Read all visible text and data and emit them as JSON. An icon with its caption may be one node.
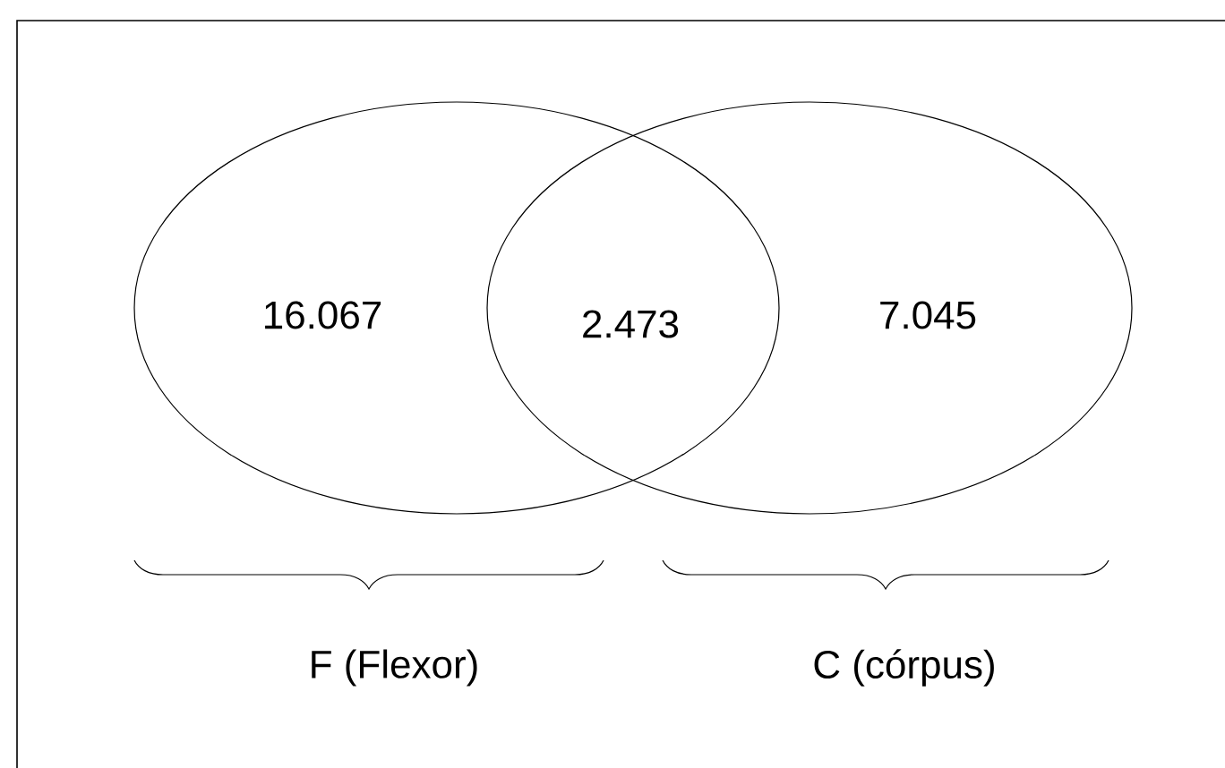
{
  "diagram": {
    "nodes": [
      {
        "text": [
          "16.067"
        ]
      },
      {
        "text": [
          "7.045"
        ]
      }
    ],
    "labels": [
      "2.473",
      "F (Flexor)",
      "C (córpus)"
    ]
  }
}
